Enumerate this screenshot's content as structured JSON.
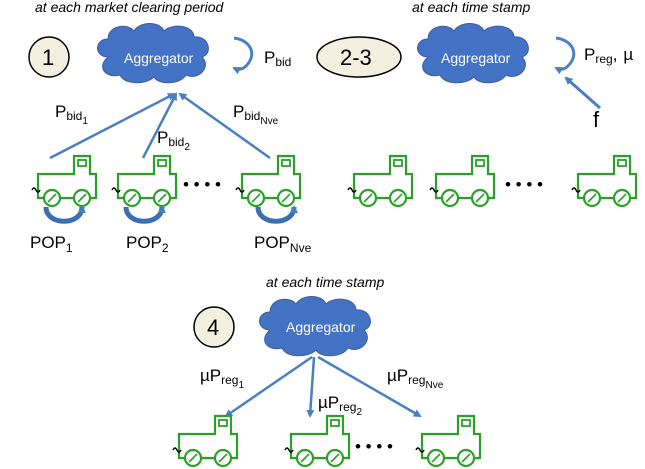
{
  "captions": {
    "panel1": "at each market clearing period",
    "panel23": "at each time stamp",
    "panel4": "at each time stamp"
  },
  "step_labels": {
    "panel1": "1",
    "panel23": "2-3",
    "panel4": "4"
  },
  "aggregator_label": "Aggregator",
  "symbols": {
    "P": "P",
    "mu": "µ",
    "muP": "µP",
    "bid": "bid",
    "reg": "reg",
    "POP": "POP",
    "f": "f",
    "reg_mu": "reg",
    "comma": ","
  },
  "indices": {
    "one": "1",
    "two": "2",
    "nve": "Nve"
  },
  "ellipsis": "• • • •",
  "colors": {
    "cloud": "#4472c4",
    "arrow": "#4a7fc1",
    "vehicle": "#2aa02a",
    "circle_fill": "#f3f0e0"
  }
}
